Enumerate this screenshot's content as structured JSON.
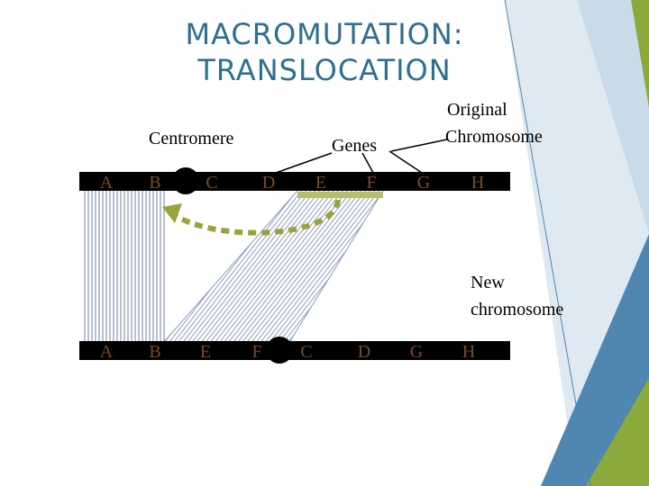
{
  "slide": {
    "title_line1": "MACROMUTATION:",
    "title_line2": "TRANSLOCATION"
  },
  "labels": {
    "centromere": "Centromere",
    "genes": "Genes",
    "original_line1": "Original",
    "original_line2": "Chromosome",
    "new_line1": "New",
    "new_line2": "chromosome"
  },
  "original_chromosome": {
    "genes": [
      "A",
      "B",
      "C",
      "D",
      "E",
      "F",
      "G",
      "H"
    ],
    "gene_color": "#7a4a2a",
    "translocated_genes": [
      "E",
      "F"
    ]
  },
  "new_chromosome": {
    "genes": [
      "A",
      "B",
      "E",
      "F",
      "C",
      "D",
      "G",
      "H"
    ],
    "gene_color": "#7a4a2a"
  },
  "colors": {
    "title": "#2f6f8f",
    "chromosome_bar": "#000000",
    "arrow": "#9aa33a",
    "hatch_blue": "#6d7fa8",
    "accent_green": "#8aaa3c",
    "accent_blue": "#4f87b0"
  }
}
